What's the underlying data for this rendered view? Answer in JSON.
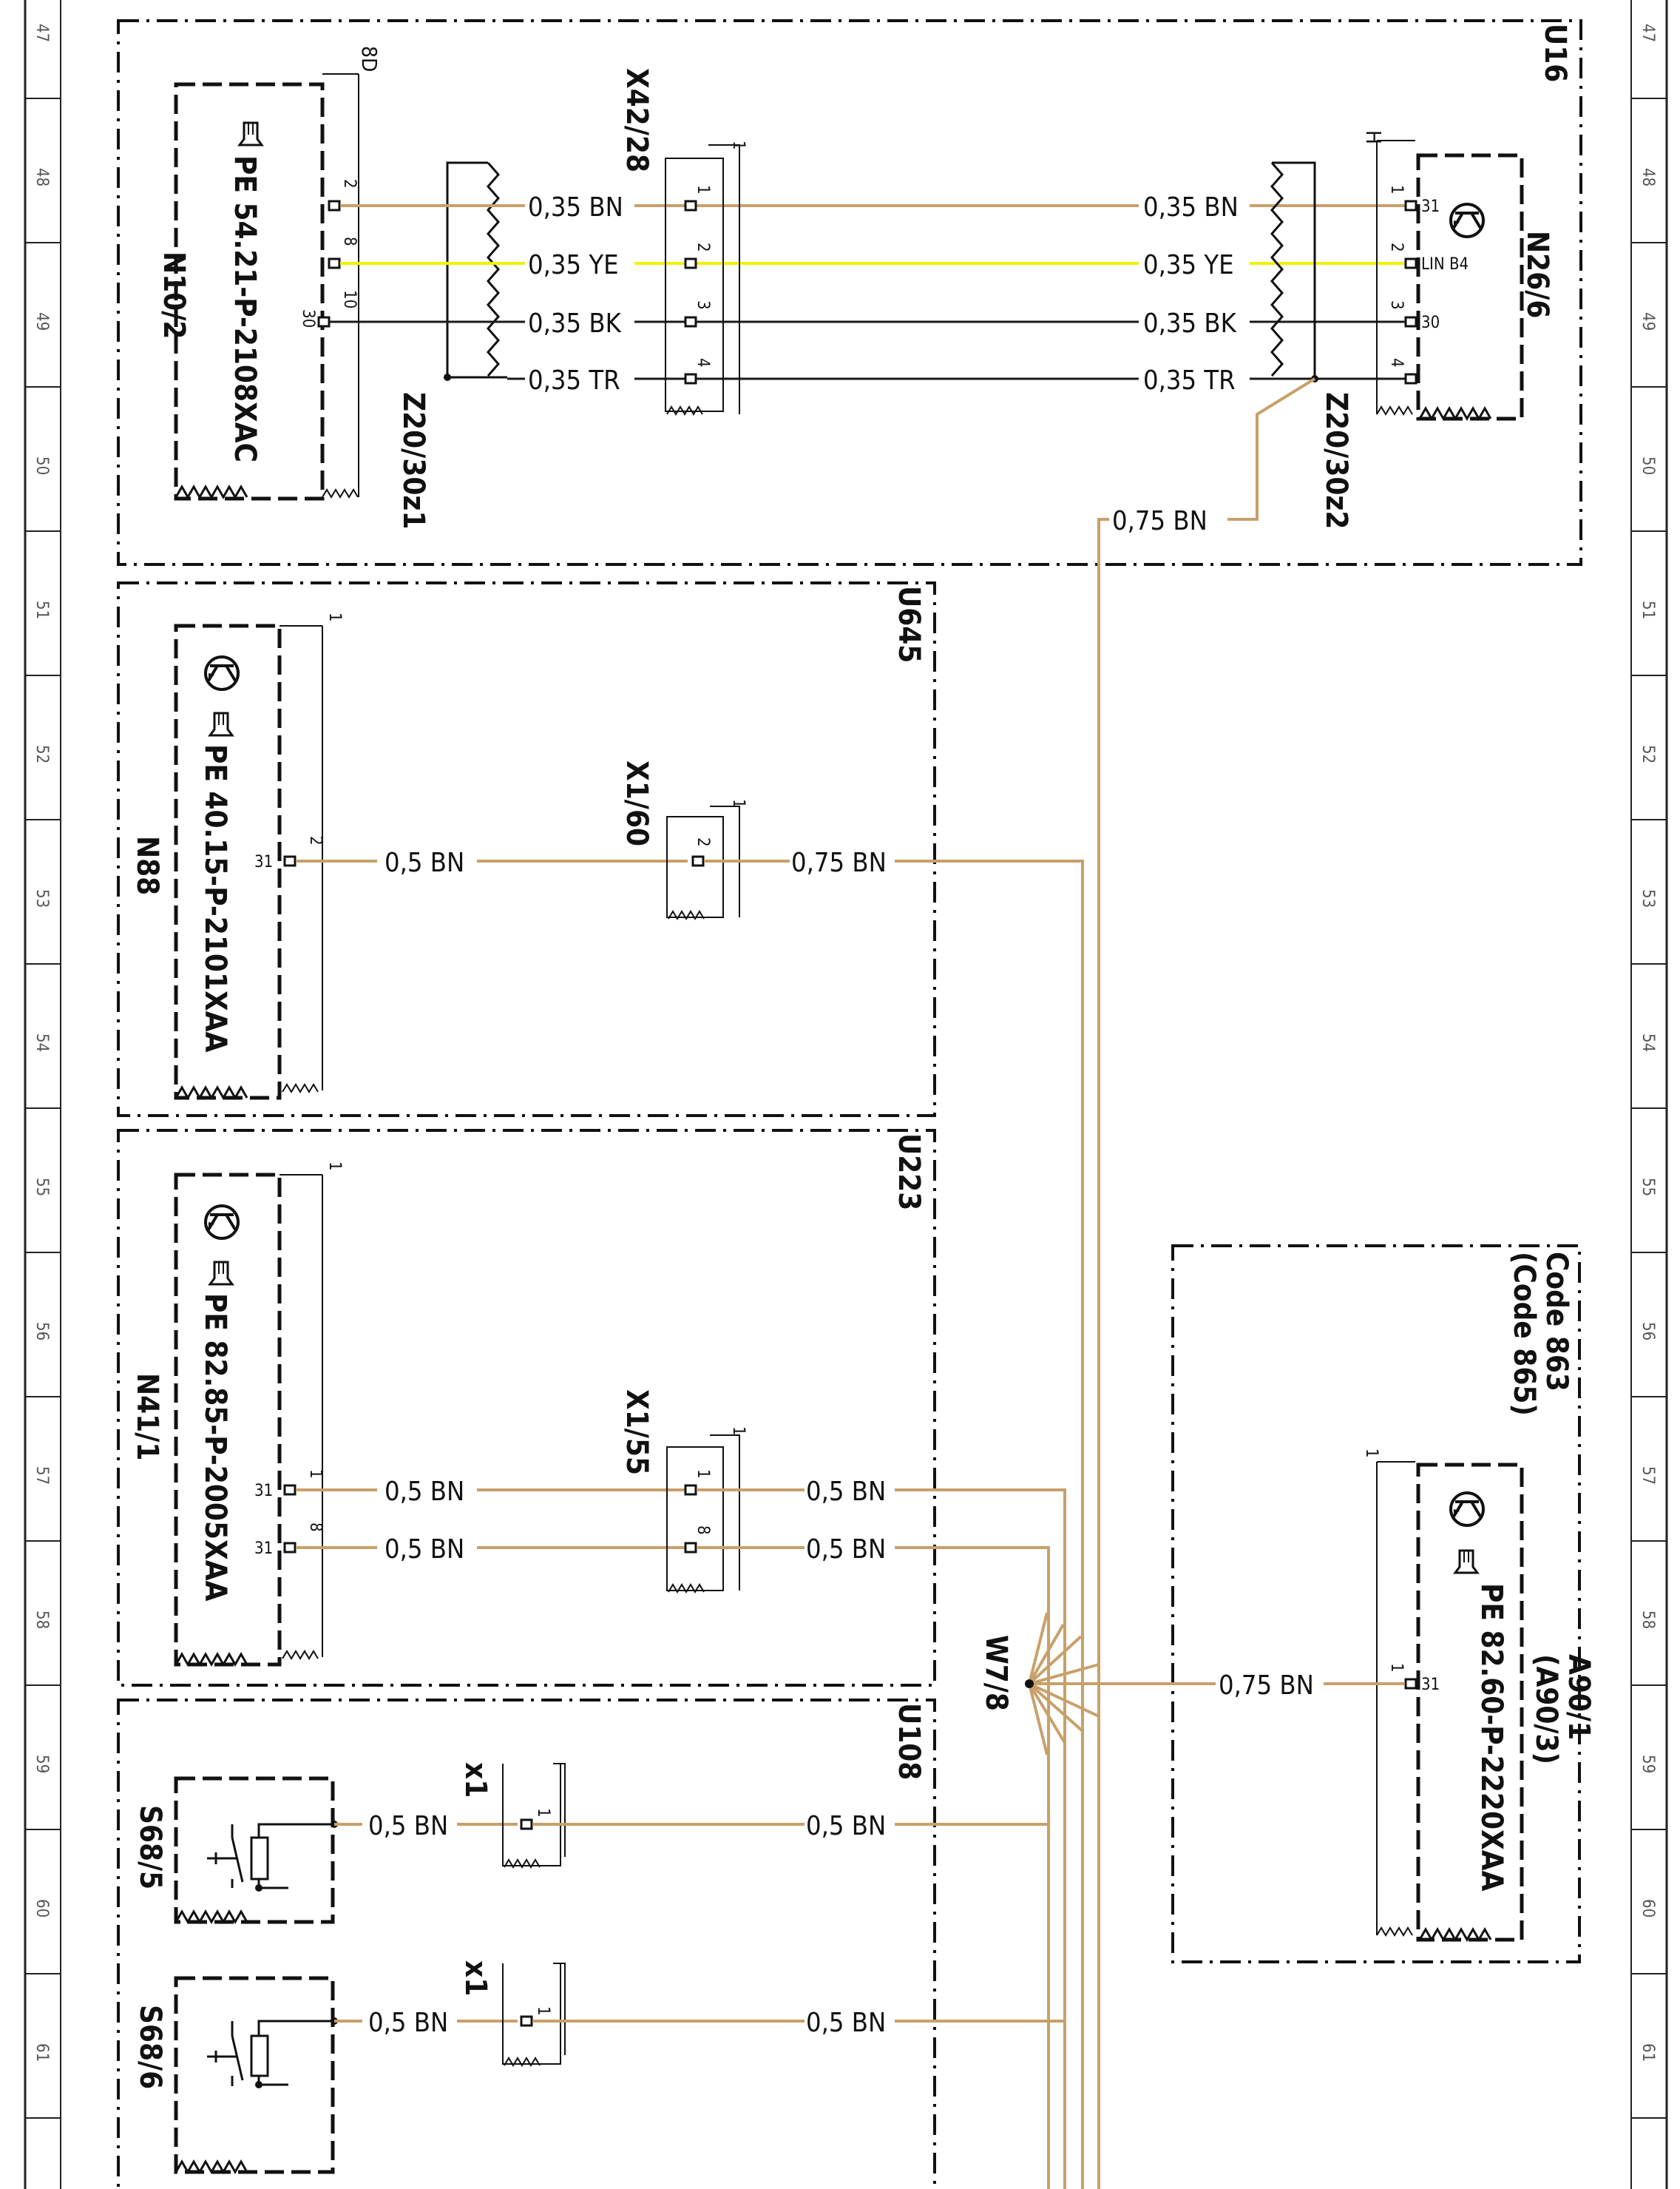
{
  "colors": {
    "BN": "#c8a06a",
    "YE": "#f2f200",
    "BK": "#1a1a1a",
    "TR": "#1a1a1a"
  },
  "grid": [
    "47",
    "48",
    "49",
    "50",
    "51",
    "52",
    "53",
    "54",
    "55",
    "56",
    "57",
    "58",
    "59",
    "60",
    "61"
  ],
  "u16": {
    "label": "U16",
    "n10_2": {
      "ref": "N10/2",
      "pe": "PE 54.21-P-2108XAC",
      "connector": "8D",
      "pins": [
        "2",
        "8",
        "10"
      ],
      "pin_30": "30"
    },
    "z20_30z1": "Z20/30z1",
    "x42_28": {
      "ref": "X42/28",
      "pins": [
        "1",
        "2",
        "3",
        "4"
      ],
      "corner": "1"
    },
    "left_wires": [
      "0,35 BN",
      "0,35 YE",
      "0,35 BK",
      "0,35 TR"
    ],
    "right_wires": [
      "0,35 BN",
      "0,35 YE",
      "0,35 BK",
      "0,35 TR"
    ],
    "n26_6": {
      "ref": "N26/6",
      "connector": "H",
      "pins": [
        "1",
        "2",
        "3",
        "4"
      ],
      "pin_labels": [
        "31",
        "LIN B4",
        "30"
      ]
    },
    "z20_30z2": "Z20/30z2",
    "drop_wire": "0,75 BN"
  },
  "u645": {
    "label": "U645",
    "n88": {
      "ref": "N88",
      "pe": "PE 40.15-P-2101XAA",
      "corner": "1",
      "pin": "2",
      "pin31": "31"
    },
    "x1_60": {
      "ref": "X1/60",
      "pin": "2",
      "corner": "1"
    },
    "wire_left": "0,5 BN",
    "wire_right": "0,75 BN"
  },
  "u223": {
    "label": "U223",
    "n41_1": {
      "ref": "N41/1",
      "pe": "PE 82.85-P-2005XAA",
      "corner": "1",
      "pins": [
        "1",
        "8"
      ],
      "pin31": [
        "31",
        "31"
      ]
    },
    "x1_55": {
      "ref": "X1/55",
      "pins": [
        "1",
        "8"
      ],
      "corner": "1"
    },
    "wires_left": [
      "0,5 BN",
      "0,5 BN"
    ],
    "wires_right": [
      "0,5 BN",
      "0,5 BN"
    ]
  },
  "w7_8": "W7/8",
  "a90": {
    "code": "Code 863",
    "code2": "(Code 865)",
    "ref": "A90/1",
    "ref2": "(A90/3)",
    "pe": "PE 82.60-P-2220XAA",
    "corner": "1",
    "pin": "1",
    "pin31": "31",
    "wire": "0,75 BN"
  },
  "u108": {
    "label": "U108",
    "s68_5": {
      "ref": "S68/5",
      "x1": "x1",
      "pin": "1",
      "wire_left": "0,5 BN",
      "wire_right": "0,5 BN"
    },
    "s68_6": {
      "ref": "S68/6",
      "x1": "x1",
      "pin": "1",
      "wire_left": "0,5 BN",
      "wire_right": "0,5 BN"
    }
  }
}
